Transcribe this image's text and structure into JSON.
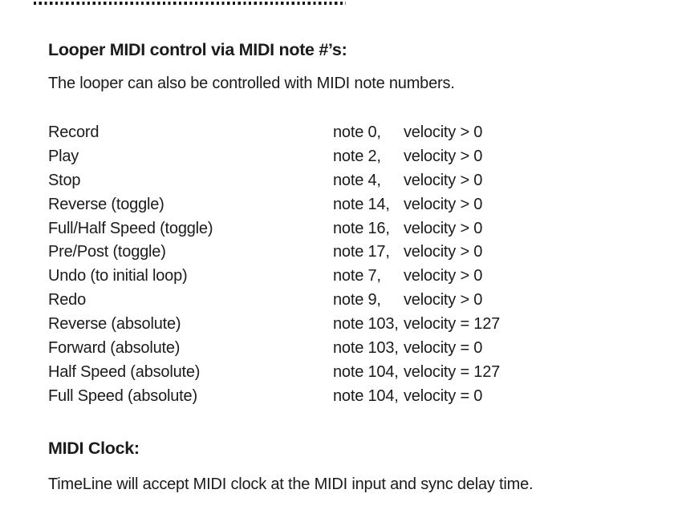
{
  "colors": {
    "text": "#1b1b1b",
    "background": "#ffffff"
  },
  "sections": {
    "looper": {
      "heading": "Looper MIDI control via MIDI note #’s:",
      "description": "The looper can also be controlled with MIDI note numbers."
    },
    "clock": {
      "heading": "MIDI Clock:",
      "description": "TimeLine will accept MIDI clock at the MIDI input and sync delay time."
    }
  },
  "midi_note_table": {
    "rows": [
      {
        "command": "Record",
        "note": "note 0,",
        "velocity": "velocity > 0"
      },
      {
        "command": "Play",
        "note": "note 2,",
        "velocity": "velocity > 0"
      },
      {
        "command": "Stop",
        "note": "note 4,",
        "velocity": "velocity > 0"
      },
      {
        "command": "Reverse (toggle)",
        "note": "note 14,",
        "velocity": "velocity > 0"
      },
      {
        "command": "Full/Half Speed (toggle)",
        "note": "note 16,",
        "velocity": "velocity > 0"
      },
      {
        "command": "Pre/Post (toggle)",
        "note": "note 17,",
        "velocity": "velocity > 0"
      },
      {
        "command": "Undo (to initial loop)",
        "note": "note 7,",
        "velocity": "velocity > 0"
      },
      {
        "command": "Redo",
        "note": "note 9,",
        "velocity": "velocity > 0"
      },
      {
        "command": "Reverse (absolute)",
        "note": "note 103,",
        "velocity": "velocity = 127"
      },
      {
        "command": "Forward (absolute)",
        "note": "note 103,",
        "velocity": "velocity = 0"
      },
      {
        "command": "Half Speed (absolute)",
        "note": "note 104,",
        "velocity": "velocity = 127"
      },
      {
        "command": "Full Speed (absolute)",
        "note": "note 104,",
        "velocity": "velocity = 0"
      }
    ]
  }
}
